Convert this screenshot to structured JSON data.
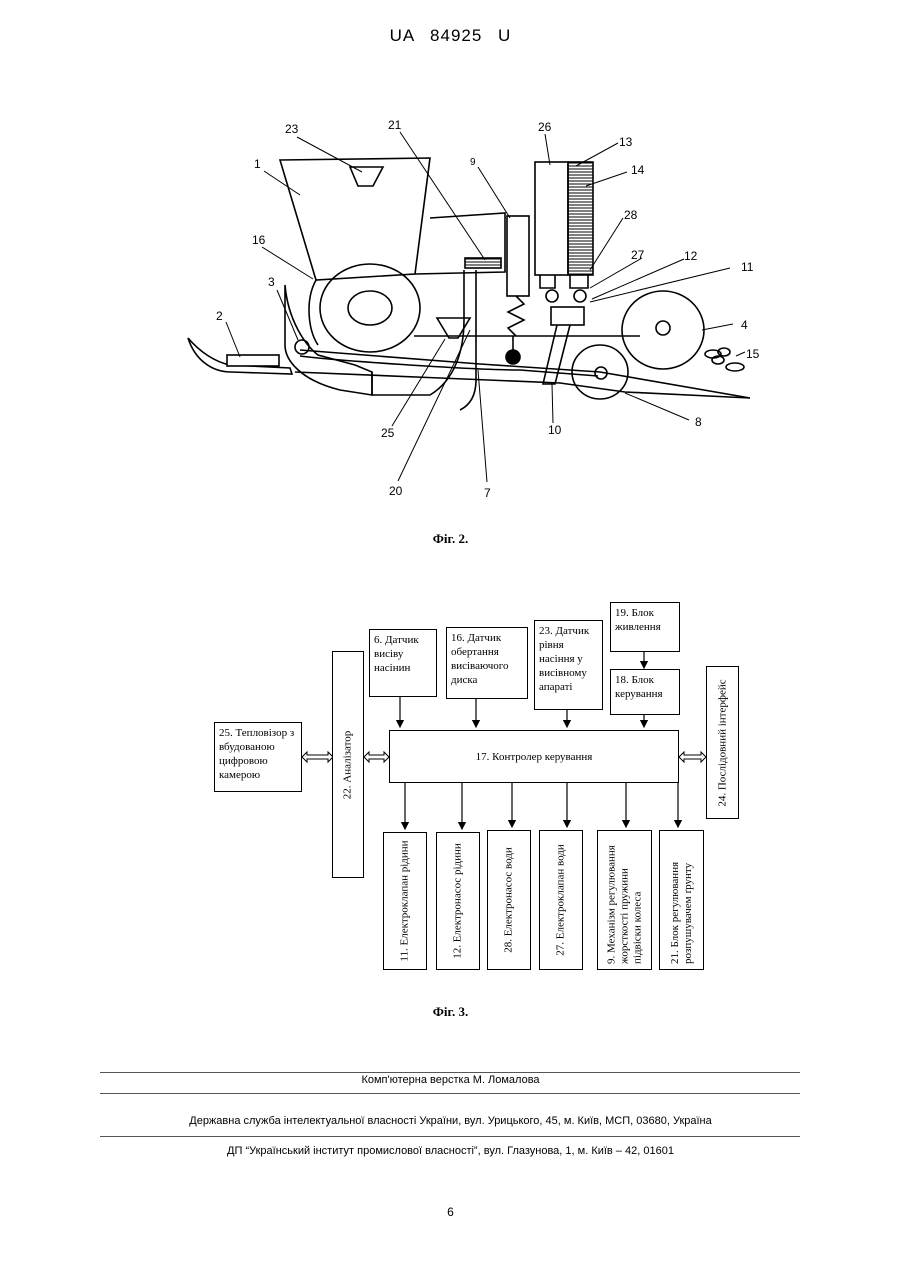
{
  "header": {
    "doc_number": "UA   84925   U"
  },
  "fig2": {
    "caption": "Фіг. 2.",
    "labels": {
      "l1": "1",
      "l2": "2",
      "l3": "3",
      "l4": "4",
      "l7": "7",
      "l8": "8",
      "l9": "9",
      "l10": "10",
      "l11": "11",
      "l12": "12",
      "l13": "13",
      "l14": "14",
      "l15": "15",
      "l16": "16",
      "l20": "20",
      "l21": "21",
      "l23": "23",
      "l25": "25",
      "l26": "26",
      "l27": "27",
      "l28": "28"
    }
  },
  "fig3": {
    "caption": "Фіг. 3.",
    "blocks": {
      "b6": "6. Датчик висіву насінин",
      "b16": "16. Датчик обертання висіваючого диска",
      "b23": "23. Датчик рівня насіння у висівному апараті",
      "b19": "19. Блок живлення",
      "b18": "18. Блок керування",
      "b25": "25. Тепловізор з вбудованою цифровою камерою",
      "b22": "22. Аналізатор",
      "b17": "17. Контролер керування",
      "b24": "24. Послідовний інтерфейс",
      "b11": "11. Електроклапан рідини",
      "b12": "12. Електронасос рідини",
      "b28": "28. Електронасос води",
      "b27": "27. Електроклапан води",
      "b9": "9. Механізм регулювання жорсткості пружини підвіски колеса",
      "b21": "21. Блок регулювання розпушувачем ґрунту"
    }
  },
  "footer": {
    "layout": "Комп'ютерна верстка М. Ломалова",
    "service": "Державна служба інтелектуальної власності України, вул. Урицького, 45, м. Київ, МСП, 03680, Україна",
    "institute": "ДП “Український інститут промислової власності”, вул. Глазунова, 1, м. Київ – 42, 01601",
    "page": "6"
  }
}
